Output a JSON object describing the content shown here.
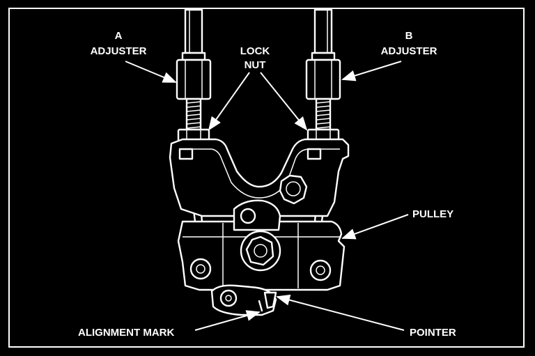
{
  "labels": {
    "a_adjuster_line1": "A",
    "a_adjuster_line2": "ADJUSTER",
    "b_adjuster_line1": "B",
    "b_adjuster_line2": "ADJUSTER",
    "lock_nut_line1": "LOCK",
    "lock_nut_line2": "NUT",
    "pulley": "PULLEY",
    "alignment_mark": "ALIGNMENT MARK",
    "pointer": "POINTER"
  },
  "colors": {
    "background": "#000000",
    "ink": "#ffffff"
  }
}
